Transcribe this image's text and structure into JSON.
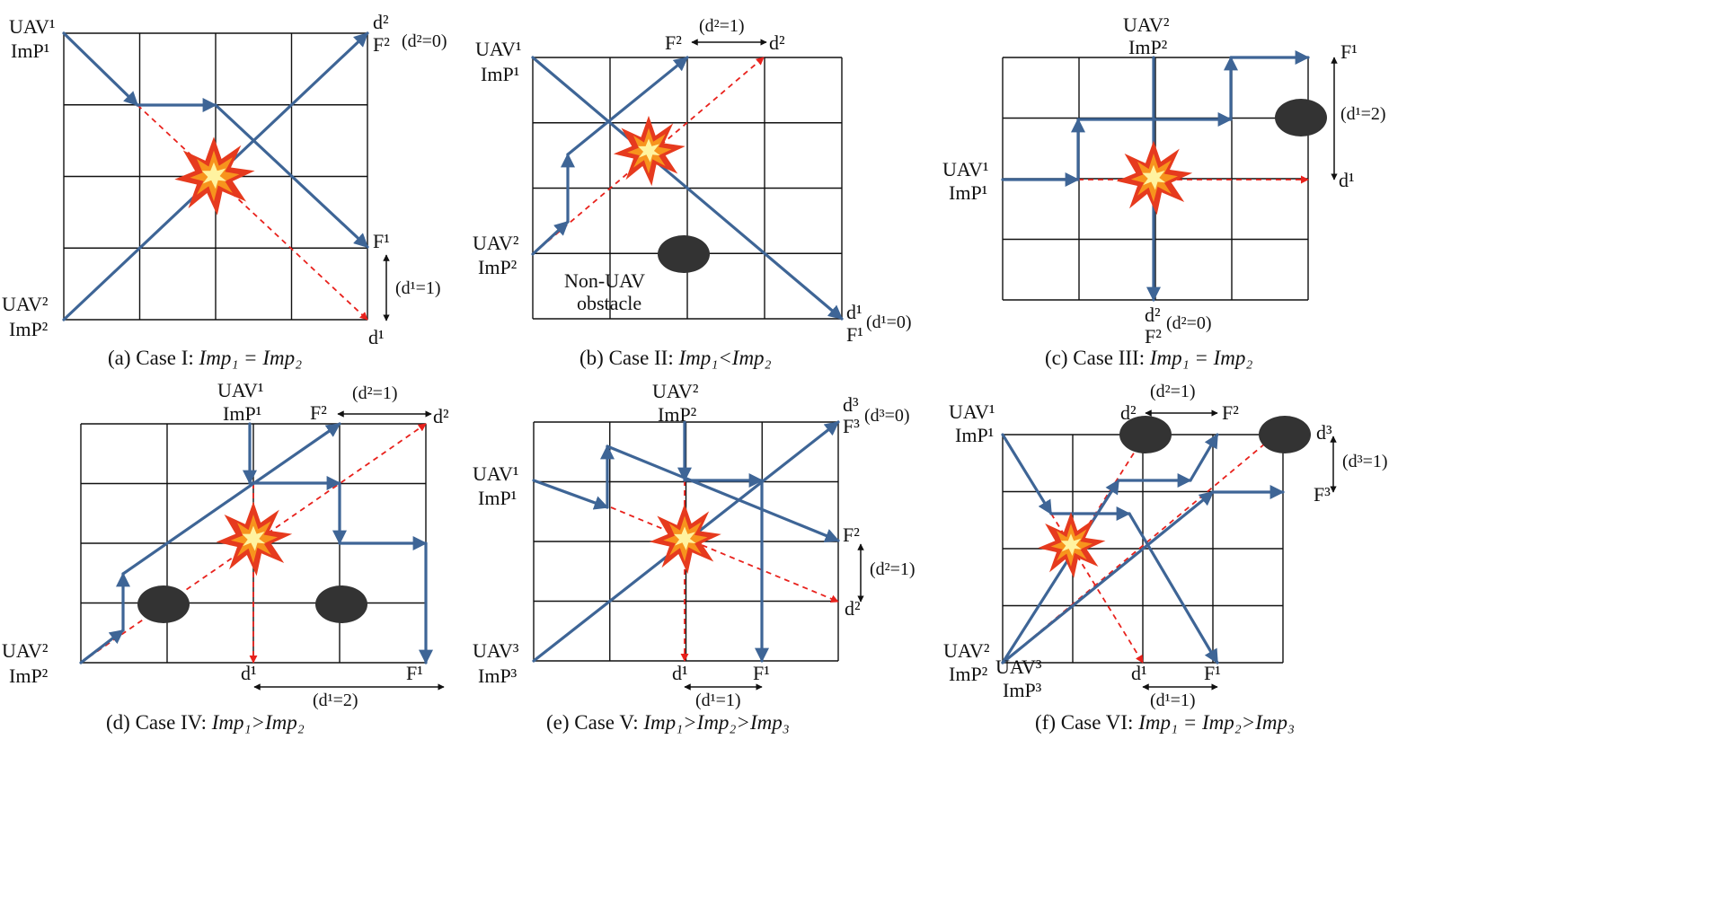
{
  "colors": {
    "path": "#3e6596",
    "collision": "#e8211c",
    "grid": "#111111",
    "obstacle": "#333333"
  },
  "panels": [
    {
      "id": "a",
      "caption_prefix": "(a) Case I: ",
      "caption_math": "Imp₁ = Imp₂",
      "labels": [
        "UAV¹",
        "ImP¹",
        "UAV²",
        "ImP²",
        "d²",
        "F²",
        "(d²=0)",
        "F¹",
        "(d¹=1)",
        "d¹"
      ]
    },
    {
      "id": "b",
      "caption_prefix": "(b) Case II: ",
      "caption_math": "Imp₁<Imp₂",
      "labels": [
        "(d²=1)",
        "F²",
        "d²",
        "UAV¹",
        "ImP¹",
        "UAV²",
        "ImP²",
        "Non-UAV",
        "obstacle",
        "d¹",
        "F¹",
        "(d¹=0)"
      ]
    },
    {
      "id": "c",
      "caption_prefix": "(c) Case III: ",
      "caption_math": "Imp₁ = Imp₂",
      "labels": [
        "UAV²",
        "ImP²",
        "F¹",
        "(d¹=2)",
        "d¹",
        "UAV¹",
        "ImP¹",
        "d²",
        "F²",
        "(d²=0)"
      ]
    },
    {
      "id": "d",
      "caption_prefix": "(d) Case IV: ",
      "caption_math": "Imp₁>Imp₂",
      "labels": [
        "UAV¹",
        "ImP¹",
        "(d²=1)",
        "F²",
        "d²",
        "UAV²",
        "ImP²",
        "d¹",
        "F¹",
        "(d¹=2)"
      ]
    },
    {
      "id": "e",
      "caption_prefix": "(e) Case V: ",
      "caption_math": "Imp₁>Imp₂>Imp₃",
      "labels": [
        "UAV²",
        "ImP²",
        "d³",
        "F³",
        "(d³=0)",
        "UAV¹",
        "ImP¹",
        "F²",
        "(d²=1)",
        "d²",
        "UAV³",
        "ImP³",
        "d¹",
        "F¹",
        "(d¹=1)"
      ]
    },
    {
      "id": "f",
      "caption_prefix": "(f) Case VI: ",
      "caption_math": "Imp₁ = Imp₂>Imp₃",
      "labels": [
        "(d²=1)",
        "d²",
        "F²",
        "UAV¹",
        "ImP¹",
        "d³",
        "(d³=1)",
        "F³",
        "UAV²",
        "ImP²",
        "UAV³",
        "ImP³",
        "d¹",
        "F¹",
        "(d¹=1)"
      ]
    }
  ]
}
